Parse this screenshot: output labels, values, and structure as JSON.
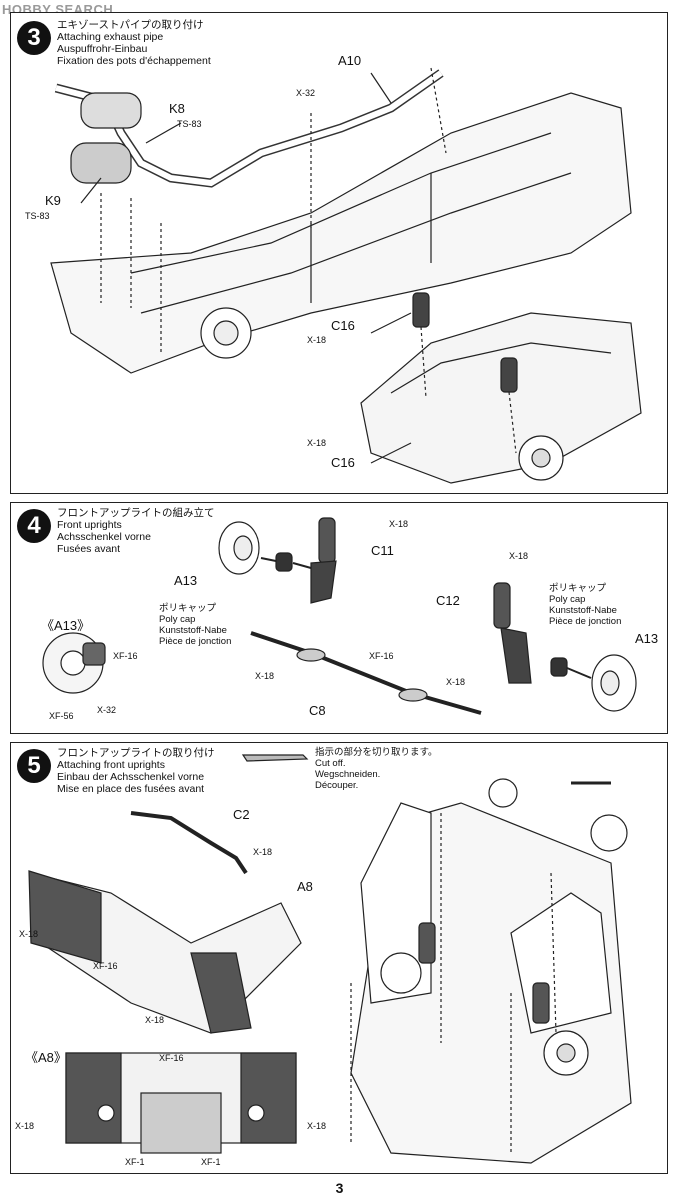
{
  "watermark": "HOBBY SEARCH",
  "page_number": "3",
  "steps": [
    {
      "number": "3",
      "title": [
        "エキゾーストパイプの取り付け",
        "Attaching exhaust pipe",
        "Auspuffrohr-Einbau",
        "Fixation des pots d'échappement"
      ],
      "labels": {
        "a10": "A10",
        "x32": "X-32",
        "k8": "K8",
        "ts83_a": "TS-83",
        "k9": "K9",
        "ts83_b": "TS-83",
        "c16_a": "C16",
        "x18_a": "X-18",
        "x18_b": "X-18",
        "c16_b": "C16"
      }
    },
    {
      "number": "4",
      "title": [
        "フロントアップライトの組み立て",
        "Front uprights",
        "Achsschenkel vorne",
        "Fusées avant"
      ],
      "labels": {
        "x18_a": "X-18",
        "c11": "C11",
        "a13_a": "A13",
        "x18_b": "X-18",
        "c12": "C12",
        "a13_detail": "《A13》",
        "xf16_a": "XF-16",
        "x32": "X-32",
        "xf56": "XF-56",
        "xf16_b": "XF-16",
        "x18_c": "X-18",
        "x18_d": "X-18",
        "c8": "C8",
        "a13_b": "A13"
      },
      "polycap_left": [
        "ポリキャップ",
        "Poly cap",
        "Kunststoff-Nabe",
        "Pièce de jonction"
      ],
      "polycap_right": [
        "ポリキャップ",
        "Poly cap",
        "Kunststoff-Nabe",
        "Pièce de jonction"
      ]
    },
    {
      "number": "5",
      "title": [
        "フロントアップライトの取り付け",
        "Attaching front uprights",
        "Einbau der Achsschenkel vorne",
        "Mise en place des fusées avant"
      ],
      "cut_note": [
        "指示の部分を切り取ります。",
        "Cut off.",
        "Wegschneiden.",
        "Découper."
      ],
      "labels": {
        "c2": "C2",
        "x18_a": "X-18",
        "a8": "A8",
        "x18_b": "X-18",
        "xf16": "XF-16",
        "x18_c": "X-18",
        "a8_detail": "《A8》",
        "xf16_b": "XF-16",
        "x18_d": "X-18",
        "x18_e": "X-18",
        "xf1_a": "XF-1",
        "xf1_b": "XF-1"
      }
    }
  ]
}
